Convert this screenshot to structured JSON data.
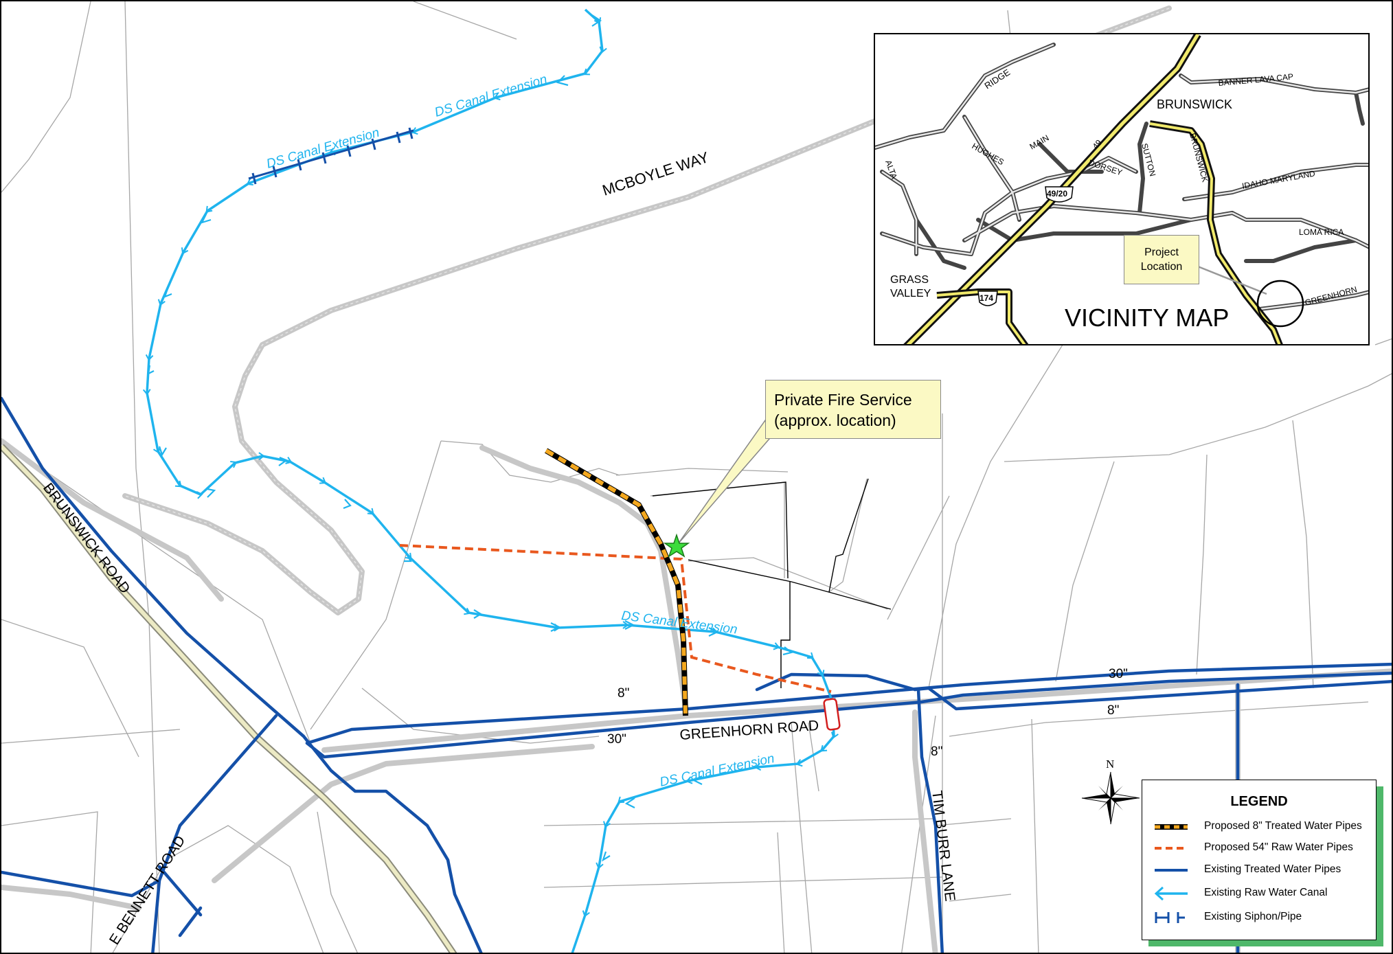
{
  "colors": {
    "canal": "#1fb4ee",
    "treated": "#1450a8",
    "raw_pipe": "#e9581e",
    "proposed_fill": "#f4a81f",
    "road_halo": "#c7c7c7",
    "parcel": "#a6a6a6",
    "highway": "#f1ea6c",
    "callout_bg": "#fbf9c4",
    "legend_shadow": "#4fb86a"
  },
  "labels": {
    "mcboyle": "MCBOYLE WAY",
    "canal_1": "DS Canal Extension",
    "canal_2": "DS Canal Extension",
    "canal_3": "DS Canal Extension",
    "canal_4": "DS Canal Extension",
    "brunswick_road": "BRUNSWICK ROAD",
    "greenhorn_road": "GREENHORN ROAD",
    "timburr_lane": "TIM BURR LANE",
    "bennett_road": "E BENNETT ROAD",
    "size_8_a": "8\"",
    "size_30_a": "30\"",
    "size_30_b": "30\"",
    "size_8_b": "8\"",
    "size_8_c": "8\""
  },
  "callout": {
    "line1": "Private Fire Service",
    "line2": "(approx. location)"
  },
  "north": "N",
  "vicinity": {
    "title": "VICINITY MAP",
    "project_line1": "Project",
    "project_line2": "Location",
    "ridge": "RIDGE",
    "brunswick_town": "BRUNSWICK",
    "banner": "BANNER LAVA CAP",
    "alta": "ALTA",
    "hughes": "HUGHES",
    "main": "MAIN",
    "route49": "49",
    "dorsey": "DORSEY",
    "sutton": "SUTTON",
    "brunswick_rd": "BRUNSWICK",
    "idaho": "IDAHO MARYLAND",
    "shield_4920": "49/20",
    "loma": "LOMA RICA",
    "grass": "GRASS",
    "valley": "VALLEY",
    "shield_174": "174",
    "greenhorn": "GREENHORN"
  },
  "legend": {
    "title": "LEGEND",
    "items": [
      {
        "label": "Proposed 8\" Treated Water Pipes",
        "icon": "proposed-treated-symbol"
      },
      {
        "label": "Proposed 54\" Raw Water Pipes",
        "icon": "proposed-raw-symbol"
      },
      {
        "label": "Existing Treated Water Pipes",
        "icon": "treated-pipe-symbol"
      },
      {
        "label": "Existing Raw Water Canal",
        "icon": "canal-arrow-symbol"
      },
      {
        "label": "Existing Siphon/Pipe",
        "icon": "siphon-symbol"
      }
    ]
  }
}
